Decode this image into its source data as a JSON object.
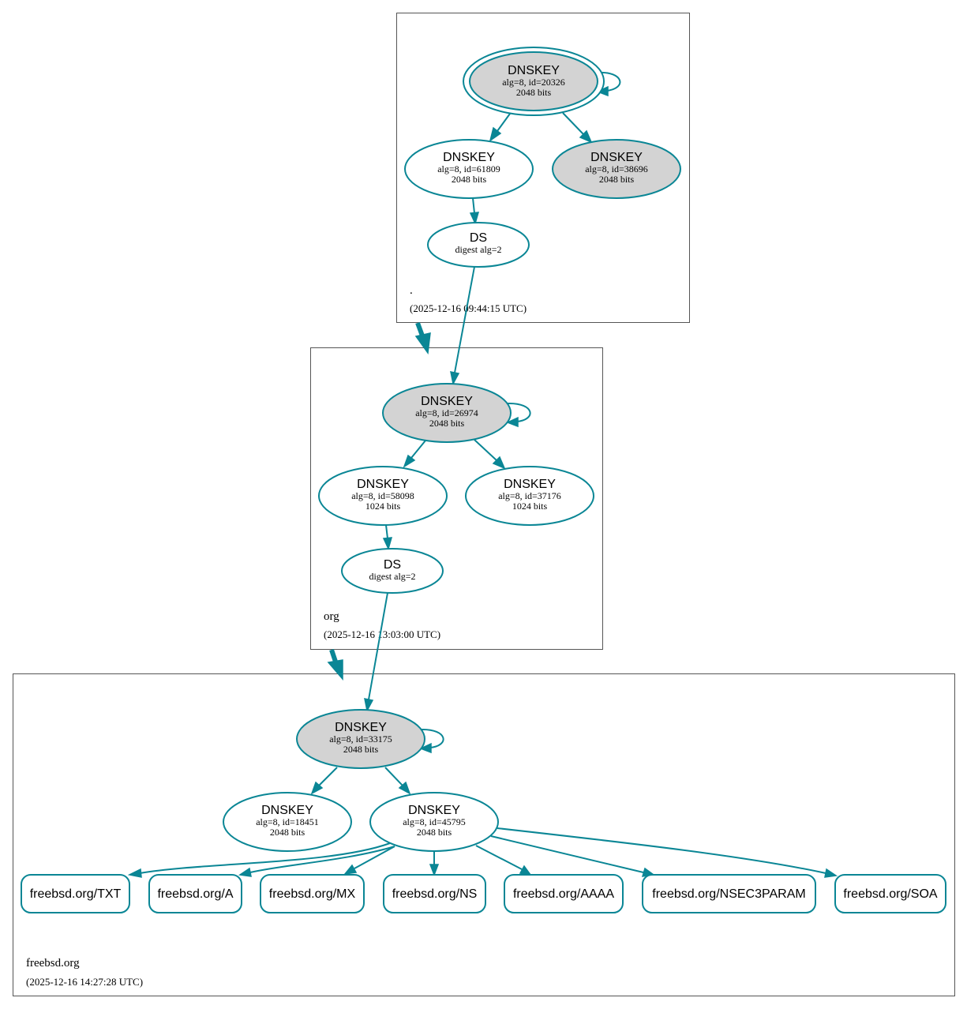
{
  "colors": {
    "edge": "#0a8695",
    "ksk_fill": "#d3d3d3",
    "zsk_fill": "#ffffff",
    "zone_border": "#555555"
  },
  "zones": {
    "root": {
      "name": ".",
      "timestamp": "(2025-12-16 09:44:15 UTC)"
    },
    "org": {
      "name": "org",
      "timestamp": "(2025-12-16 13:03:00 UTC)"
    },
    "freebsd": {
      "name": "freebsd.org",
      "timestamp": "(2025-12-16 14:27:28 UTC)"
    }
  },
  "nodes": {
    "root_ksk": {
      "title": "DNSKEY",
      "alg": "alg=8, id=20326",
      "bits": "2048 bits"
    },
    "root_zsk1": {
      "title": "DNSKEY",
      "alg": "alg=8, id=61809",
      "bits": "2048 bits"
    },
    "root_zsk2": {
      "title": "DNSKEY",
      "alg": "alg=8, id=38696",
      "bits": "2048 bits"
    },
    "root_ds": {
      "title": "DS",
      "alg": "digest alg=2"
    },
    "org_ksk": {
      "title": "DNSKEY",
      "alg": "alg=8, id=26974",
      "bits": "2048 bits"
    },
    "org_zsk1": {
      "title": "DNSKEY",
      "alg": "alg=8, id=58098",
      "bits": "1024 bits"
    },
    "org_zsk2": {
      "title": "DNSKEY",
      "alg": "alg=8, id=37176",
      "bits": "1024 bits"
    },
    "org_ds": {
      "title": "DS",
      "alg": "digest alg=2"
    },
    "fb_ksk": {
      "title": "DNSKEY",
      "alg": "alg=8, id=33175",
      "bits": "2048 bits"
    },
    "fb_zsk1": {
      "title": "DNSKEY",
      "alg": "alg=8, id=18451",
      "bits": "2048 bits"
    },
    "fb_zsk2": {
      "title": "DNSKEY",
      "alg": "alg=8, id=45795",
      "bits": "2048 bits"
    }
  },
  "rrsets": [
    "freebsd.org/TXT",
    "freebsd.org/A",
    "freebsd.org/MX",
    "freebsd.org/NS",
    "freebsd.org/AAAA",
    "freebsd.org/NSEC3PARAM",
    "freebsd.org/SOA"
  ]
}
